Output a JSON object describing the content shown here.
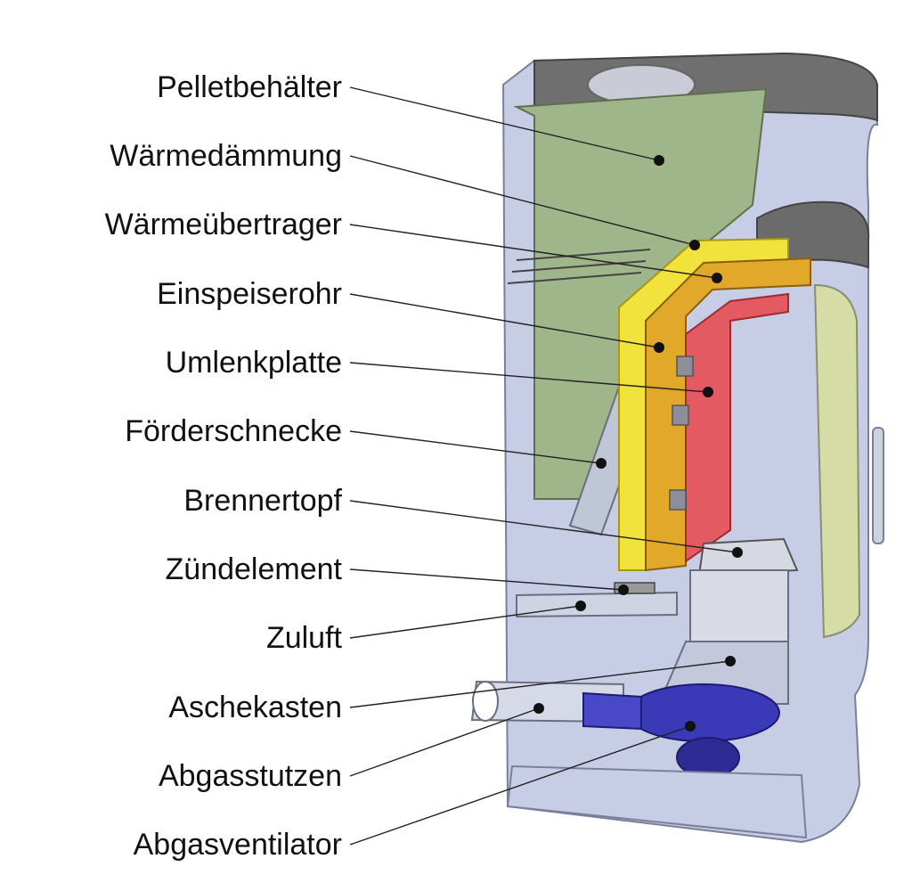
{
  "labels": [
    "Pelletbehälter",
    "Wärmedämmung",
    "Wärmeübertrager",
    "Einspeiserohr",
    "Umlenkplatte",
    "Förderschnecke",
    "Brennertopf",
    "Zündelement",
    "Zuluft",
    "Aschekasten",
    "Abgasstutzen",
    "Abgasventilator"
  ],
  "colors": {
    "casing": "#c8cde6",
    "casing_dark": "#9aa0c0",
    "lid": "#6e6e6e",
    "pellet_container": "#9fb58a",
    "insulation": "#f2e23c",
    "heat_exchanger": "#e2a82a",
    "flame": "#e8454a",
    "fan": "#3a3ab8",
    "side_panel": "#d6dca6",
    "leader_line": "#222222",
    "marker": "#111111"
  }
}
